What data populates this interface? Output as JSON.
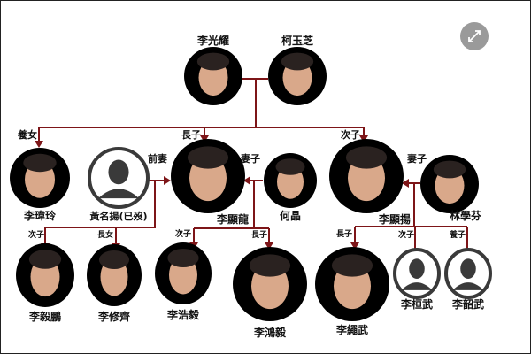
{
  "colors": {
    "line": "#7d1518",
    "photo_bg": "#000000",
    "skin": "#d9a88a",
    "silhouette": "#3a3a3a"
  },
  "people": {
    "lky": {
      "name": "李光耀"
    },
    "kyc": {
      "name": "柯玉芝"
    },
    "lwl": {
      "name": "李瑋玲",
      "role": "養女"
    },
    "hmy": {
      "name": "黃名揚(已歿)",
      "role": "前妻"
    },
    "lhl": {
      "name": "李顯龍",
      "role": "長子"
    },
    "hc": {
      "name": "何晶",
      "role": "妻子"
    },
    "lhy": {
      "name": "李顯揚",
      "role": "次子"
    },
    "lsf": {
      "name": "林學芬",
      "role": "妻子"
    },
    "lyp": {
      "name": "李毅鵬",
      "role": "次子"
    },
    "lxq": {
      "name": "李修齊",
      "role": "長女"
    },
    "lhyi": {
      "name": "李浩毅",
      "role": "次子"
    },
    "lhongyi": {
      "name": "李鴻毅",
      "role": "長子"
    },
    "lsw": {
      "name": "李繩武",
      "role": "長子"
    },
    "lhw": {
      "name": "李桓武",
      "role": "次子"
    },
    "lshw": {
      "name": "李韶武",
      "role": "養子"
    }
  },
  "expand_button": {
    "icon": "expand-icon"
  }
}
